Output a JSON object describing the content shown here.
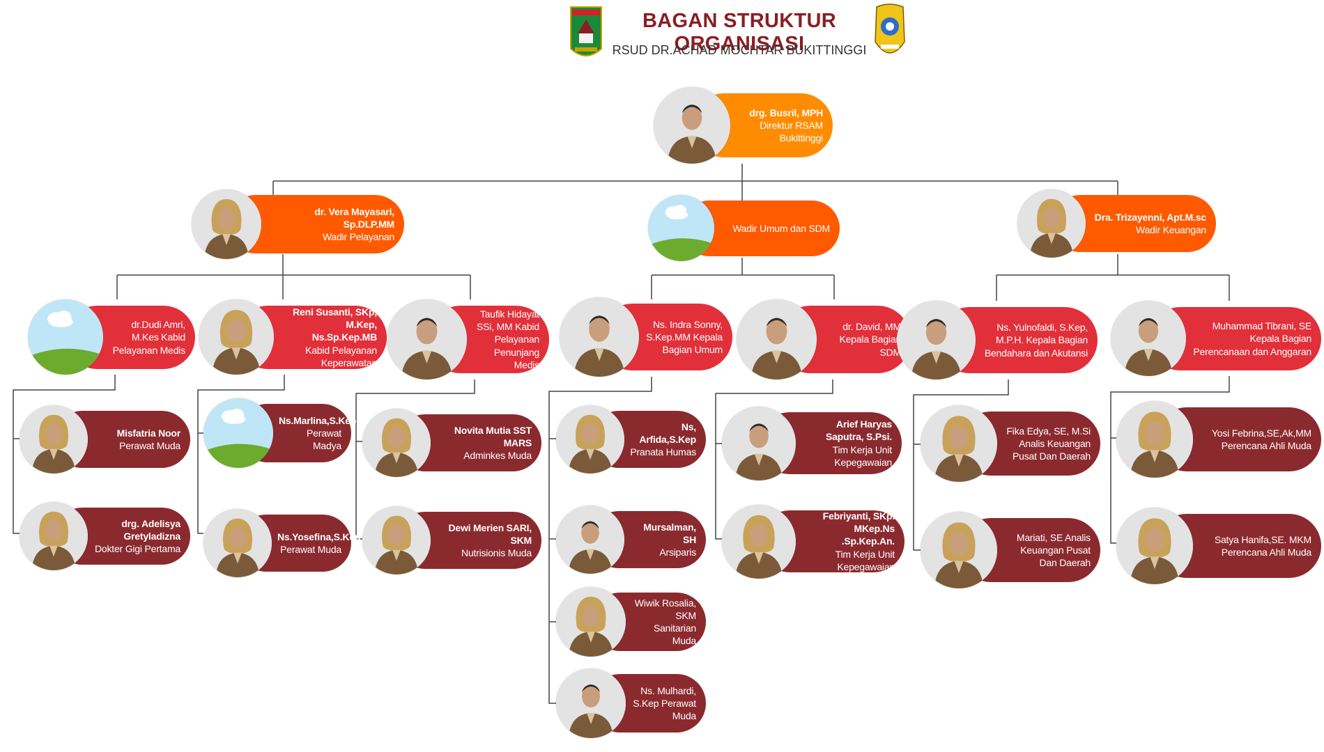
{
  "header": {
    "title": "BAGAN STRUKTUR ORGANISASI",
    "subtitle": "RSUD DR.ACHAD MOCHTAR BUKITTINGGI"
  },
  "colors": {
    "orange": "#ff8c00",
    "orange_red": "#ff5a00",
    "red": "#e2303a",
    "maroon": "#8b2a2e",
    "line": "#444444"
  },
  "nodes": [
    {
      "id": "direktur",
      "name": "drg. Busril, MPH",
      "role": "Direktur RSAM Bukittinggi",
      "photo": "person-male"
    },
    {
      "id": "wadir-pelayanan",
      "name": "dr. Vera Mayasari, Sp.DLP.MM",
      "role": "Wadir Pelayanan",
      "photo": "person-female"
    },
    {
      "id": "wadir-umum",
      "name": "",
      "role": "Wadir Umum dan SDM",
      "photo": "placeholder"
    },
    {
      "id": "wadir-keuangan",
      "name": "Dra. Trizayenni, Apt.M.sc",
      "role": "Wadir Keuangan",
      "photo": "person-female"
    },
    {
      "id": "kabid-medis",
      "name": "",
      "role": "dr.Dudi Amri, M.Kes Kabid Pelayanan Medis",
      "photo": "placeholder"
    },
    {
      "id": "kabid-keperawatan",
      "name": "Reni Susanti, SKp, M.Kep, Ns.Sp.Kep.MB",
      "role": "Kabid Pelayanan Keperawatan",
      "photo": "person-female"
    },
    {
      "id": "kabid-penunjang",
      "name": "",
      "role": "Taufik Hidayat SSi, MM Kabid Pelayanan Penunjang Medis",
      "photo": "person-male"
    },
    {
      "id": "kabag-umum",
      "name": "",
      "role": "Ns. Indra Sonny, S.Kep.MM Kepala Bagian Umum",
      "photo": "person-male"
    },
    {
      "id": "kabag-sdm",
      "name": "",
      "role": "dr. David, MM Kepala Bagian SDM",
      "photo": "person-male"
    },
    {
      "id": "kabag-bendahara",
      "name": "",
      "role": "Ns. Yulnofaldi, S.Kep, M.P.H. Kepala Bagian Bendahara dan Akutansi",
      "photo": "person-male"
    },
    {
      "id": "kabag-perencanaan",
      "name": "",
      "role": "Muhammad Tibrani, SE Kepala Bagian Perencanaan dan Anggaran",
      "photo": "person-male"
    },
    {
      "id": "misfatria",
      "name": "Misfatria Noor",
      "role": "Perawat Muda",
      "photo": "person-female"
    },
    {
      "id": "adelisya",
      "name": "drg. Adelisya Gretyladizna",
      "role": "Dokter Gigi Pertama",
      "photo": "person-female"
    },
    {
      "id": "marlina",
      "name": "Ns.Marlina,S.Kep",
      "role": "Perawat Madya",
      "photo": "placeholder"
    },
    {
      "id": "yosefina",
      "name": "Ns.Yosefina,S.Kep",
      "role": "Perawat Muda",
      "photo": "person-female"
    },
    {
      "id": "novita",
      "name": "Novita Mutia SST MARS",
      "role": "Adminkes Muda",
      "photo": "person-female"
    },
    {
      "id": "dewi",
      "name": "Dewi Merien SARI, SKM",
      "role": "Nutrisionis Muda",
      "photo": "person-female"
    },
    {
      "id": "arfida",
      "name": "Ns, Arfida,S.Kep",
      "role": "Pranata Humas",
      "photo": "person-female"
    },
    {
      "id": "mursalman",
      "name": "Mursalman, SH",
      "role": "Arsiparis",
      "photo": "person-male"
    },
    {
      "id": "wiwik",
      "name": "",
      "role": "Wiwik Rosalia, SKM Sanitarian Muda",
      "photo": "person-female"
    },
    {
      "id": "mulhardi",
      "name": "",
      "role": "Ns. Mulhardi, S.Kep Perawat Muda",
      "photo": "person-male"
    },
    {
      "id": "arief",
      "name": "Arief Haryas Saputra, S.Psi.",
      "role": "Tim Kerja Unit Kepegawaian",
      "photo": "person-male"
    },
    {
      "id": "febriyanti",
      "name": "Febriyanti, SKp. MKep.Ns .Sp.Kep.An.",
      "role": "Tim Kerja Unit Kepegawaian",
      "photo": "person-female"
    },
    {
      "id": "fika",
      "name": "",
      "role": "Fika Edya, SE, M.Si Analis Keuangan Pusat Dan Daerah",
      "photo": "person-female"
    },
    {
      "id": "mariati",
      "name": "",
      "role": "Mariati, SE Analis Keuangan Pusat Dan Daerah",
      "photo": "person-female"
    },
    {
      "id": "yosi",
      "name": "",
      "role": "Yosi Febrina,SE,Ak,MM Perencana Ahli Muda",
      "photo": "person-female"
    },
    {
      "id": "satya",
      "name": "",
      "role": "Satya Hanifa,SE. MKM Perencana Ahli Muda",
      "photo": "person-female"
    }
  ]
}
